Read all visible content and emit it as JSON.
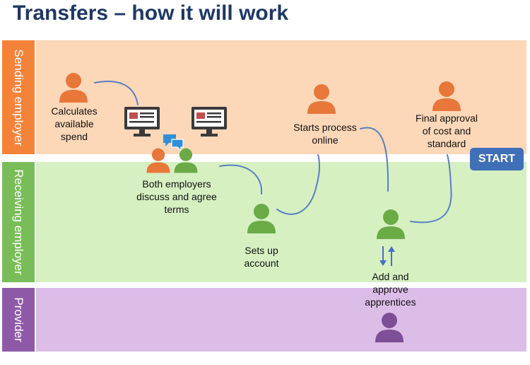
{
  "title": "Transfers – how it will work",
  "lanes": {
    "sending": {
      "label": "Sending employer",
      "label_color": "#f4833a",
      "bg_color": "#fcd7b8"
    },
    "receiving": {
      "label": "Receiving employer",
      "label_color": "#79bd58",
      "bg_color": "#d6f0c2"
    },
    "provider": {
      "label": "Provider",
      "label_color": "#8e5aa8",
      "bg_color": "#dcbde8"
    }
  },
  "steps": {
    "calculates": "Calculates\navailable\nspend",
    "discuss": "Both employers\ndiscuss and agree\nterms",
    "setup": "Sets up\naccount",
    "starts": "Starts process\nonline",
    "final": "Final approval\nof cost and\nstandard",
    "add": "Add and\napprove\napprentices"
  },
  "start_label": "START",
  "colors": {
    "orange_person": "#e8773a",
    "green_person": "#6aab46",
    "purple_person": "#7c4f96",
    "connector": "#5a7fc0",
    "monitor": "#3a3a3a",
    "chat": "#2f8fd8"
  },
  "icons": [
    "person-icon",
    "monitor-icon",
    "chat-bubbles-icon",
    "up-down-arrows-icon"
  ]
}
